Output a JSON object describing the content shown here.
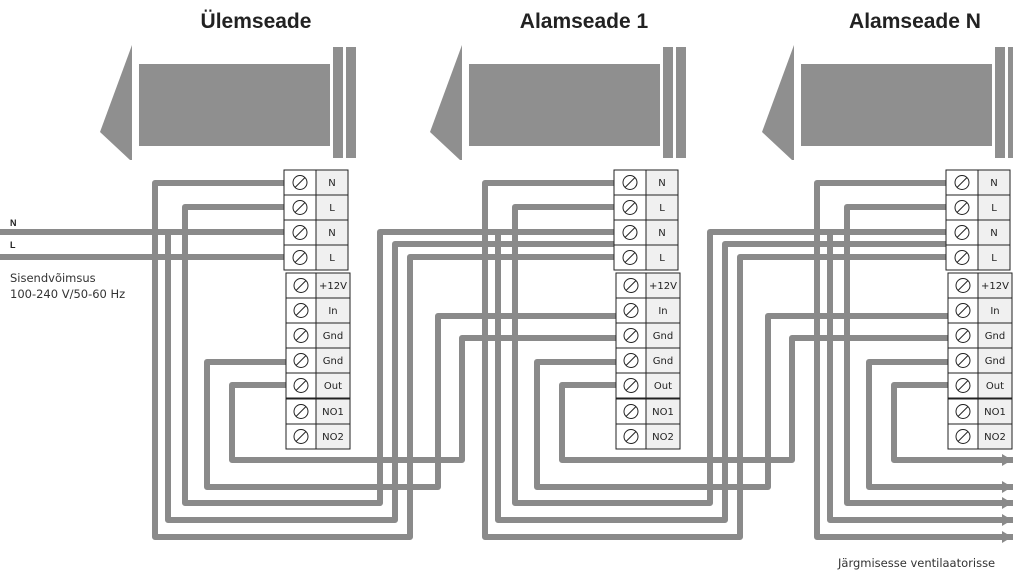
{
  "units": [
    {
      "title": "Ülemseade"
    },
    {
      "title": "Alamseade 1"
    },
    {
      "title": "Alamseade N"
    }
  ],
  "power_terminals": [
    "N",
    "L",
    "N",
    "L"
  ],
  "sensor_terminals": [
    "+12V",
    "In",
    "Gnd"
  ],
  "output_terminals": [
    "Gnd",
    "Out"
  ],
  "relay_terminals": [
    "NO1",
    "NO2"
  ],
  "supply": {
    "line_n": "N",
    "line_l": "L",
    "label": "Sisendvõimsus",
    "spec": "100-240 V/50-60 Hz"
  },
  "footer": {
    "next_unit": "Järgmisesse ventilaatorisse"
  },
  "colors": {
    "wire": "#8a8a8a",
    "fan": "#8f8f8f",
    "terminal_fill": "#f0f0f0",
    "terminal_border": "#222222"
  }
}
